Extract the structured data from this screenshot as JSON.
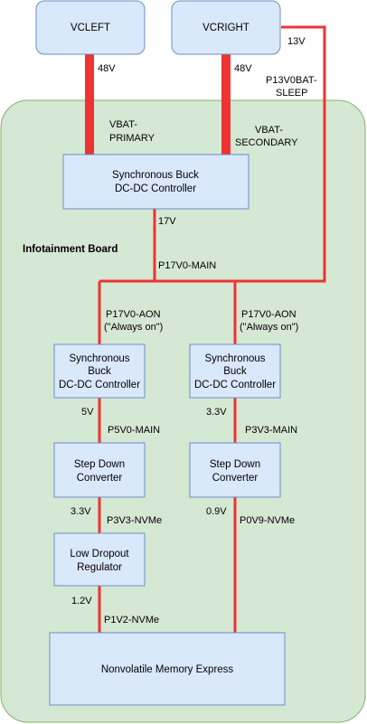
{
  "colors": {
    "board_fill": "#d5e8d4",
    "board_stroke": "#82b366",
    "block_fill": "#dae8fc",
    "block_stroke": "#6c8ebf",
    "wire": "#ee3333"
  },
  "board": {
    "label": "Infotainment Board"
  },
  "blocks": {
    "vcleft": [
      "VCLEFT"
    ],
    "vcright": [
      "VCRIGHT"
    ],
    "buck_main": [
      "Synchronous Buck",
      "DC-DC Controller"
    ],
    "buck_left": [
      "Synchronous",
      "Buck",
      "DC-DC Controller"
    ],
    "buck_right": [
      "Synchronous",
      "Buck",
      "DC-DC Controller"
    ],
    "stepdown_left": [
      "Step Down",
      "Converter"
    ],
    "stepdown_right": [
      "Step Down",
      "Converter"
    ],
    "ldo": [
      "Low Dropout",
      "Regulator"
    ],
    "nvme": [
      "Nonvolatile Memory Express"
    ]
  },
  "labels": {
    "v48_left": "48V",
    "v48_right": "48V",
    "v13": "13V",
    "p13v0bat": [
      "P13V0BAT-",
      "SLEEP"
    ],
    "vbat_primary": [
      "VBAT-",
      "PRIMARY"
    ],
    "vbat_secondary": [
      "VBAT-",
      "SECONDARY"
    ],
    "v17": "17V",
    "p17v0_main": "P17V0-MAIN",
    "p17v0_aon_left": [
      "P17V0-AON",
      "(\"Always on\")"
    ],
    "p17v0_aon_right": [
      "P17V0-AON",
      "(\"Always on\")"
    ],
    "v5": "5V",
    "p5v0_main": "P5V0-MAIN",
    "v3p3_right": "3.3V",
    "p3v3_main": "P3V3-MAIN",
    "v3p3_left": "3.3V",
    "p3v3_nvme": "P3V3-NVMe",
    "v0p9": "0.9V",
    "p0v9_nvme": "P0V9-NVMe",
    "v1p2": "1.2V",
    "p1v2_nvme": "P1V2-NVMe"
  }
}
